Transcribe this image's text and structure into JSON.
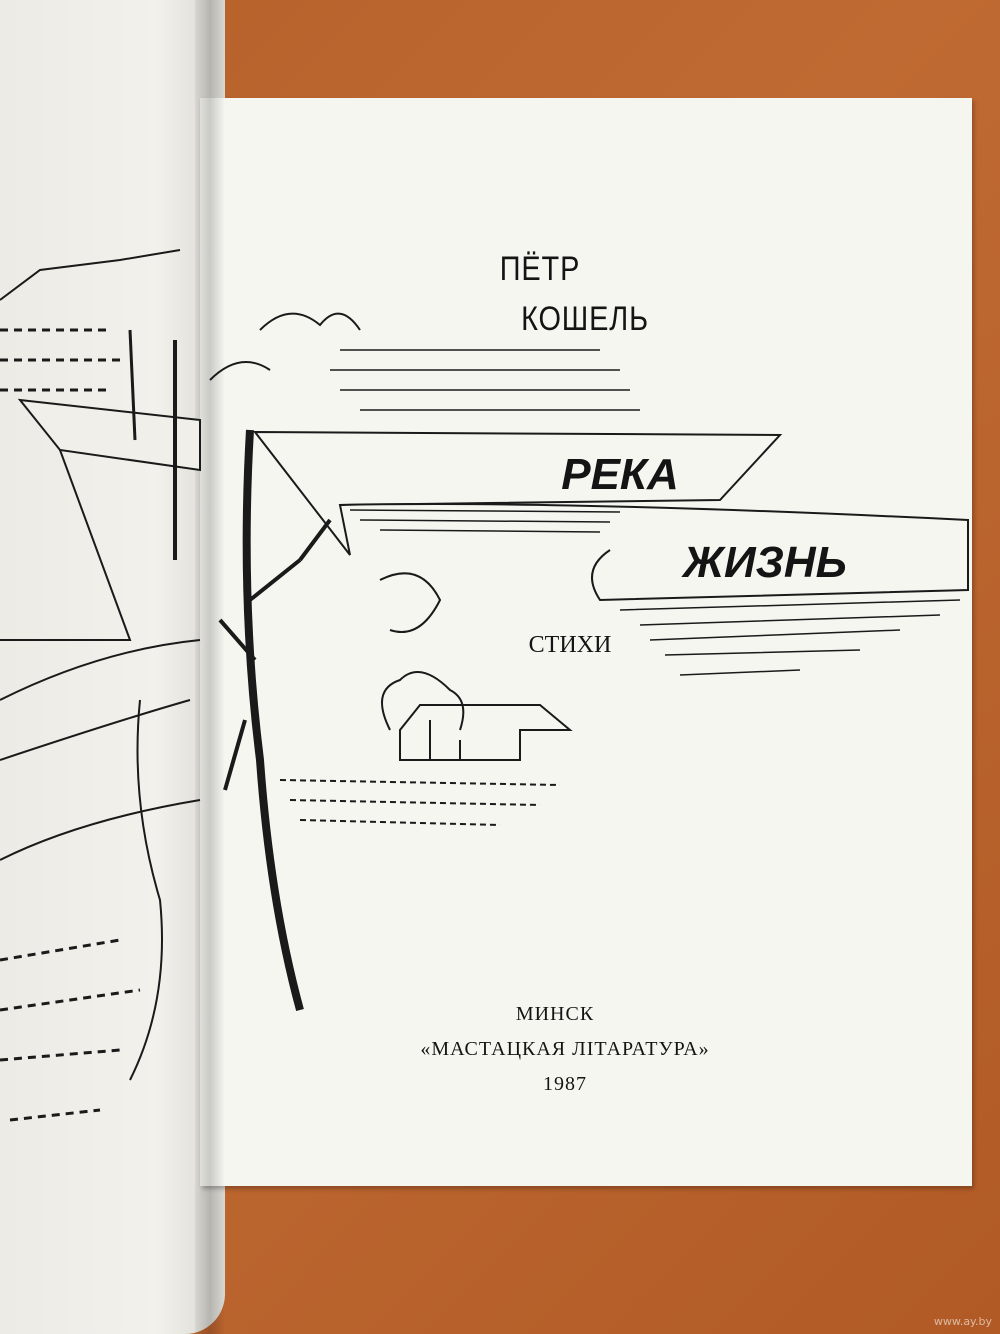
{
  "title_page": {
    "author_first": "ПЁТР",
    "author_last": "КОШЕЛЬ",
    "title_line1": "РЕКА",
    "title_line2": "ЖИЗНЬ",
    "genre": "СТИХИ",
    "city": "МИНСК",
    "publisher": "«МАСТАЦКАЯ ЛІТАРАТУРА»",
    "year": "1987"
  },
  "watermark": "www.ay.by"
}
